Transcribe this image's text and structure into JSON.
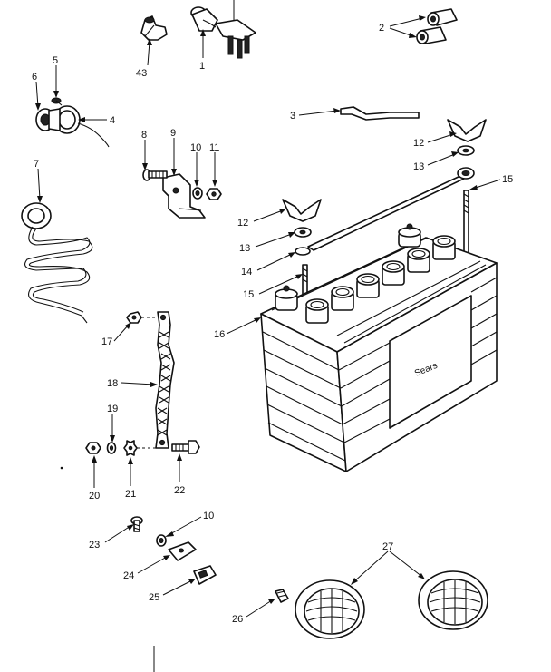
{
  "callouts": {
    "c1": "1",
    "c2": "2",
    "c3": "3",
    "c4": "4",
    "c5": "5",
    "c6": "6",
    "c7": "7",
    "c8": "8",
    "c9": "9",
    "c10a": "10",
    "c10b": "10",
    "c11": "11",
    "c12a": "12",
    "c12b": "12",
    "c13a": "13",
    "c13b": "13",
    "c14": "14",
    "c15a": "15",
    "c15b": "15",
    "c16": "16",
    "c17": "17",
    "c18": "18",
    "c19": "19",
    "c20": "20",
    "c21": "21",
    "c22": "22",
    "c23": "23",
    "c24": "24",
    "c25": "25",
    "c26": "26",
    "c27": "27",
    "c43": "43"
  },
  "battery": {
    "brand_label": "Sears"
  }
}
